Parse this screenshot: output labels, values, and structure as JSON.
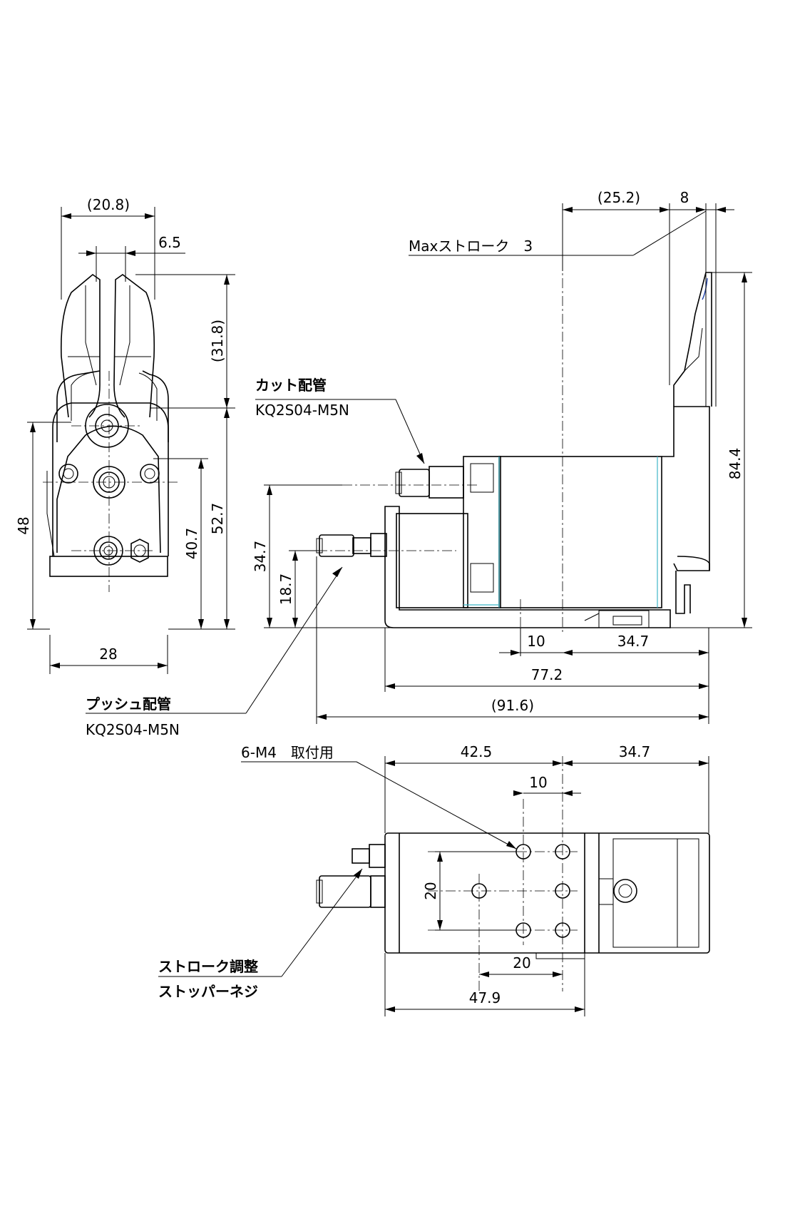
{
  "front_view": {
    "dims": {
      "top_width": "(20.8)",
      "jaw_offset": "6.5",
      "blade_height": "(31.8)",
      "body_height": "48",
      "overall_height": "52.7",
      "fitting_height": "40.7",
      "base_width": "28"
    }
  },
  "side_view": {
    "dims": {
      "blade_length": "(25.2)",
      "blade_width": "8",
      "total_height": "84.4",
      "cut_port_height": "34.7",
      "push_port_height": "18.7",
      "offset_10": "10",
      "rear_34_7": "34.7",
      "body_length": "77.2",
      "overall_length": "(91.6)"
    },
    "labels": {
      "max_stroke": "Maxストローク　3",
      "cut_port_title": "カット配管",
      "cut_port_part": "KQ2S04-M5N",
      "push_port_title": "プッシュ配管",
      "push_port_part": "KQ2S04-M5N"
    }
  },
  "bottom_view": {
    "dims": {
      "hole_span": "42.5",
      "rear_34_7": "34.7",
      "hole_pitch_10": "10",
      "hole_pitch_20_v": "20",
      "hole_pitch_20_h": "20",
      "base_length": "47.9"
    },
    "labels": {
      "mount_holes": "6-M4　取付用",
      "stopper_line1": "ストローク調整",
      "stopper_line2": "ストッパーネジ"
    }
  }
}
